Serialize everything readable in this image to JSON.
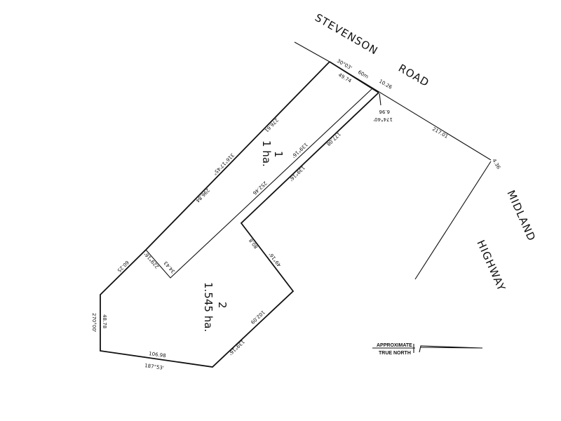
{
  "roads": {
    "stevenson_1": "STEVENSON",
    "stevenson_2": "ROAD",
    "midland_1": "MIDLAND",
    "midland_2": "HIGHWAY"
  },
  "lots": [
    {
      "number": "1",
      "area": "1 ha."
    },
    {
      "number": "2",
      "area": "1.545 ha."
    }
  ],
  "dimensions": {
    "road_frontage_bearing": "30°03'",
    "road_frontage_60m": "60m",
    "lot1_frontage": "49.74",
    "handle_frontage": "10.26",
    "corner_len": "6.96",
    "corner_bearing": "174°40'",
    "road_remaining": "217.01",
    "highway_corner": "4.36",
    "lot1_west_bearing": "316°17'45\"",
    "lot1_west_len": "296.84",
    "lot1_west_part": "276.61",
    "lot1_east_len": "252.46",
    "lot1_east_bearing": "139°16'",
    "handle_len": "177.08",
    "handle_bearing": "139°16'",
    "lot1_south_len": "34.43",
    "lot1_south_bearing": "229°16'",
    "lot2_nw_len": "60.25",
    "lot2_west_len": "48.78",
    "lot2_west_bearing": "270°00'",
    "lot2_south_len": "106.98",
    "lot2_south_bearing": "187°53'",
    "lot2_se_len": "102.09",
    "lot2_se_bearing": "139°16'",
    "lot2_ne_len": "80.8",
    "lot2_ne_bearing": "49°16'"
  },
  "north": {
    "line1": "APPROXIMATE",
    "line2": "TRUE NORTH"
  },
  "colors": {
    "ink": "#111111",
    "paper": "#ffffff"
  }
}
